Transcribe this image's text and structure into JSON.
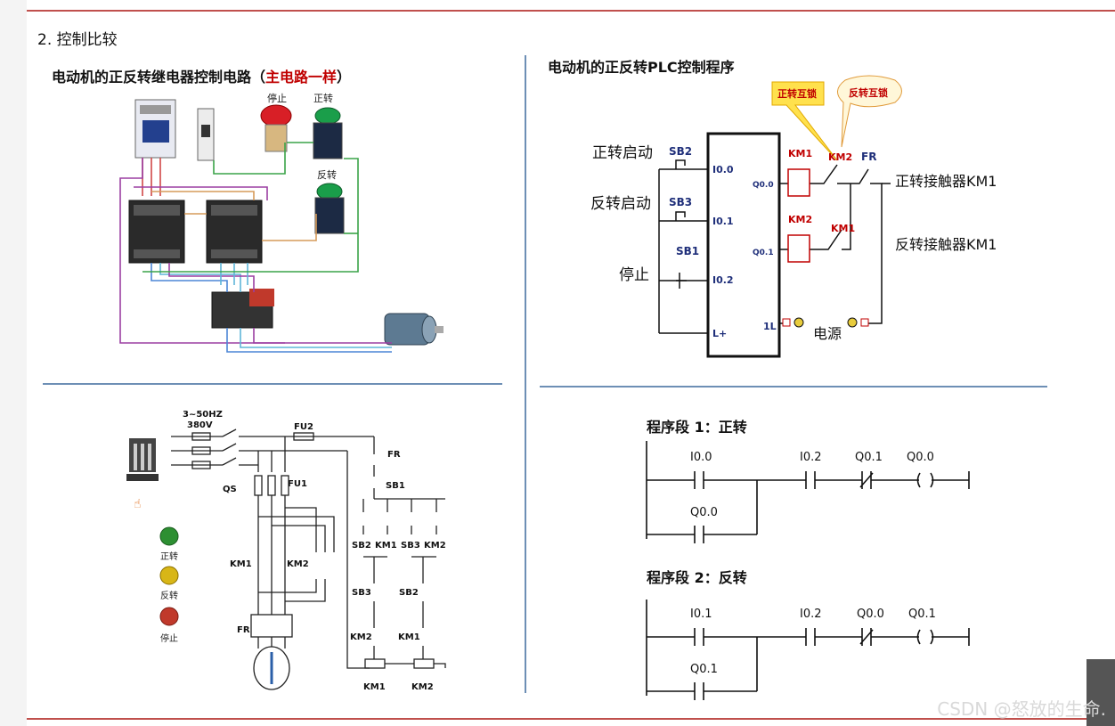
{
  "section_title": "2. 控制比较",
  "q1": {
    "title_prefix": "电动机的正反转继电器控制电路（",
    "title_red": "主电路一样",
    "title_suffix": "）",
    "stop_label": "停止",
    "fwd_label": "正转",
    "rev_label": "反转"
  },
  "q2": {
    "title": "电动机的正反转PLC控制程序",
    "callout_fwd": "正转互锁",
    "callout_rev": "反转互锁",
    "fwd_start": "正转启动",
    "rev_start": "反转启动",
    "stop": "停止",
    "sb2": "SB2",
    "sb3": "SB3",
    "sb1": "SB1",
    "i00": "I0.0",
    "i01": "I0.1",
    "i02": "I0.2",
    "lplus": "L+",
    "q00": "Q0.0",
    "q01": "Q0.1",
    "l1": "1L",
    "km1": "KM1",
    "km2": "KM2",
    "fr": "FR",
    "contact_km1": "正转接触器KM1",
    "contact_km2": "反转接触器KM1",
    "power": "电源"
  },
  "q3": {
    "supply1": "3~50HZ",
    "supply2": "380V",
    "qs": "QS",
    "fu1": "FU1",
    "fu2": "FU2",
    "fr": "FR",
    "sb1": "SB1",
    "sb2": "SB2",
    "sb3": "SB3",
    "km1": "KM1",
    "km2": "KM2",
    "lamp_fwd": "正转",
    "lamp_rev": "反转",
    "lamp_stop": "停止"
  },
  "q4": {
    "seg1_title": "程序段 1：正转",
    "seg2_title": "程序段 2：反转",
    "seg1": {
      "c1": "I0.0",
      "c2": "I0.2",
      "c3": "Q0.1",
      "coil": "Q0.0",
      "hold": "Q0.0"
    },
    "seg2": {
      "c1": "I0.1",
      "c2": "I0.2",
      "c3": "Q0.0",
      "coil": "Q0.1",
      "hold": "Q0.1"
    }
  },
  "watermark": "CSDN @怒放的生命.",
  "colors": {
    "accent_red": "#c00000",
    "separator": "#6d8fb5",
    "rule": "#c0504d"
  }
}
